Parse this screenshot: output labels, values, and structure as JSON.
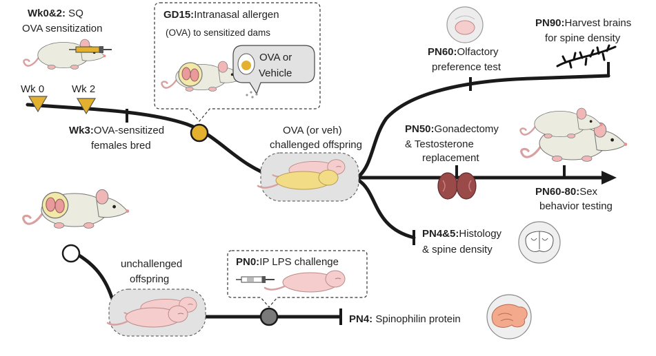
{
  "colors": {
    "timeline": "#1a1a1a",
    "ova_node": "#e3b12d",
    "control_node": "#ffffff",
    "lps_node": "#7a7a7a",
    "mouse_body": "#ecebdf",
    "mouse_ear": "#f1b7b7",
    "pup": "#f6cdcd",
    "ova_pup": "#f3dc86",
    "callout_fill": "#e2e2e2",
    "brain": "#f2a98c"
  },
  "labels": {
    "wk02_bold": "Wk0&2:",
    "wk02_rest": " SQ",
    "wk02_line2": "OVA sensitization",
    "wk0": "Wk 0",
    "wk2": "Wk 2",
    "wk3_bold": "Wk3:",
    "wk3_rest": "OVA-sensitized",
    "wk3_line2": "females bred",
    "gd15_bold": "GD15:",
    "gd15_rest": "Intranasal allergen",
    "gd15_line2": "(OVA) to sensitized dams",
    "ova_or": "OVA  or",
    "vehicle": "Vehicle",
    "ova_offspring_1": "OVA (or veh)",
    "ova_offspring_2": "challenged offspring",
    "pn60_bold": "PN60:",
    "pn60_rest": "Olfactory",
    "pn60_line2": "preference test",
    "pn90_bold": "PN90:",
    "pn90_rest": "Harvest brains",
    "pn90_line2": "for spine density",
    "pn50_bold": "PN50:",
    "pn50_rest": "Gonadectomy",
    "pn50_line2": "& Testosterone",
    "pn50_line3": "replacement",
    "pn6080_bold": "PN60-80:",
    "pn6080_rest": "Sex",
    "pn6080_line2": "behavior testing",
    "pn45_bold": "PN4&5:",
    "pn45_rest": "Histology",
    "pn45_line2": "& spine density",
    "unch_1": "unchallenged",
    "unch_2": "offspring",
    "pn0_bold": "PN0:",
    "pn0_rest": "IP LPS challenge",
    "pn4_bold": "PN4:",
    "pn4_rest": " Spinophilin protein"
  }
}
